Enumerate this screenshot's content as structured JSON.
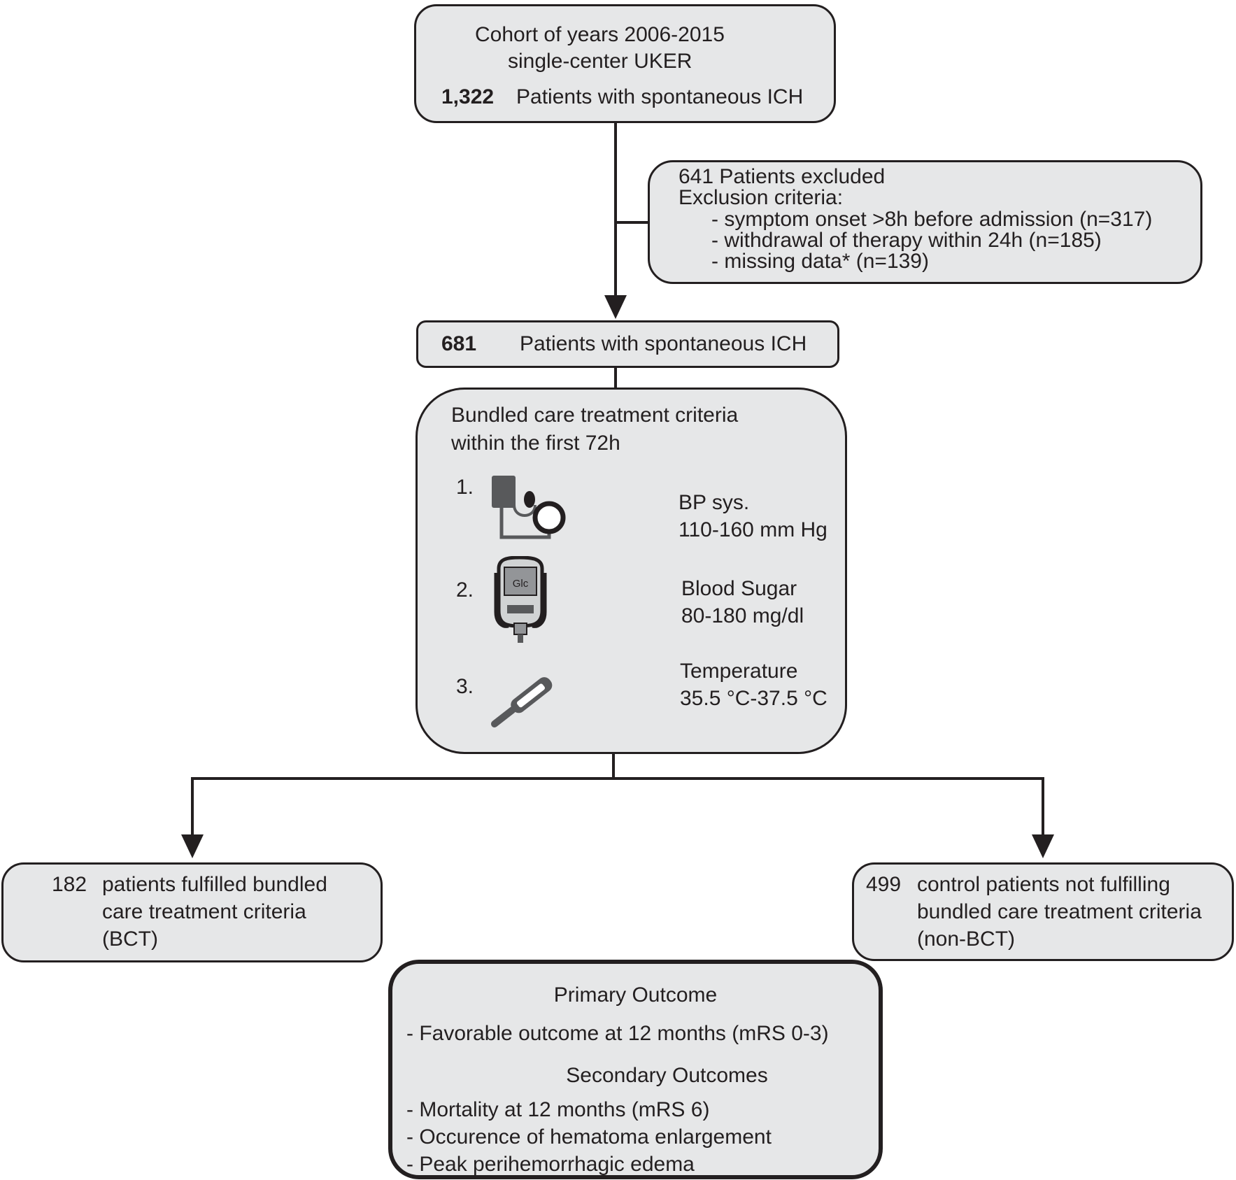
{
  "cohort": {
    "line1": "Cohort of years 2006-2015",
    "line2": "single-center UKER",
    "count": "1,322",
    "desc": "Patients with spontaneous ICH"
  },
  "excluded": {
    "header": "641  Patients excluded",
    "criteria_label": "Exclusion criteria:",
    "items": [
      "- symptom onset >8h before admission (n=317)",
      "- withdrawal of therapy within 24h (n=185)",
      "- missing data* (n=139)"
    ]
  },
  "included": {
    "count": "681",
    "desc": "Patients with spontaneous ICH"
  },
  "bundled": {
    "title1": "Bundled care treatment criteria",
    "title2": "within the first 72h",
    "criteria": [
      {
        "num": "1.",
        "icon": "blood-pressure-cuff-icon",
        "label1": "BP sys.",
        "label2": "110-160 mm Hg"
      },
      {
        "num": "2.",
        "icon": "glucometer-icon",
        "icon_text": "Glc",
        "label1": "Blood Sugar",
        "label2": "80-180 mg/dl"
      },
      {
        "num": "3.",
        "icon": "thermometer-icon",
        "label1": "Temperature",
        "label2": "35.5 °C-37.5 °C"
      }
    ]
  },
  "bct": {
    "count": "182",
    "line1": "patients fulfilled bundled",
    "line2": "care treatment criteria",
    "line3": "(BCT)"
  },
  "nonbct": {
    "count": "499",
    "line1": "control patients not fulfilling",
    "line2": "bundled care treatment criteria",
    "line3": "(non-BCT)"
  },
  "outcomes": {
    "primary_title": "Primary Outcome",
    "primary_items": [
      "- Favorable outcome at 12 months (mRS 0-3)"
    ],
    "secondary_title": "Secondary Outcomes",
    "secondary_items": [
      "- Mortality at 12 months (mRS 6)",
      "- Occurence of hematoma enlargement",
      "- Peak perihemorrhagic edema"
    ]
  }
}
